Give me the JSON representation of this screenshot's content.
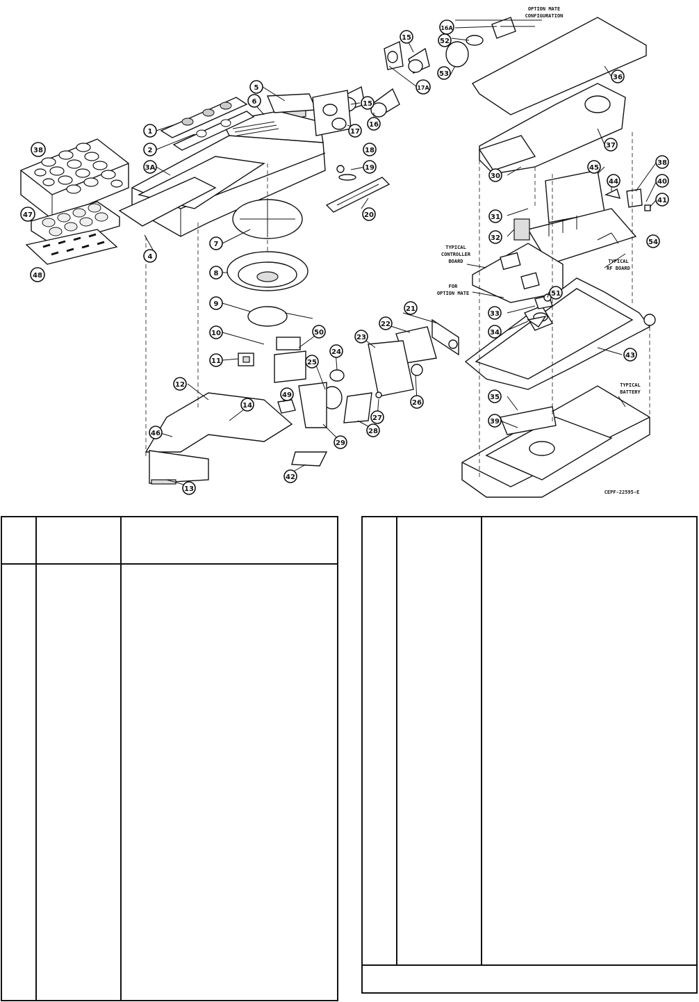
{
  "diagram": {
    "captions": {
      "option_mate_configuration_line1": "OPTION MATE",
      "option_mate_configuration_line2": "CONFIGURATION",
      "typical_controller_board_line1": "TYPICAL",
      "typical_controller_board_line2": "CONTROLLER",
      "typical_controller_board_line3": "BOARD",
      "typical_rf_board_line1": "TYPICAL",
      "typical_rf_board_line2": "RF BOARD",
      "for_option_mate_line1": "FOR",
      "for_option_mate_line2": "OPTION MATE",
      "typical_battery_line1": "TYPICAL",
      "typical_battery_line2": "BATTERY",
      "figure_code": "CEPF-22595-E"
    },
    "callouts": [
      "1",
      "2",
      "3A",
      "4",
      "5",
      "6",
      "7",
      "8",
      "9",
      "10",
      "11",
      "12",
      "13",
      "14",
      "15",
      "15",
      "16",
      "16A",
      "17",
      "17A",
      "18",
      "19",
      "20",
      "21",
      "22",
      "23",
      "24",
      "25",
      "26",
      "27",
      "28",
      "29",
      "30",
      "31",
      "32",
      "33",
      "34",
      "35",
      "36",
      "37",
      "38",
      "38",
      "39",
      "40",
      "41",
      "42",
      "43",
      "44",
      "45",
      "46",
      "47",
      "48",
      "49",
      "50",
      "51",
      "52",
      "53",
      "54"
    ]
  }
}
